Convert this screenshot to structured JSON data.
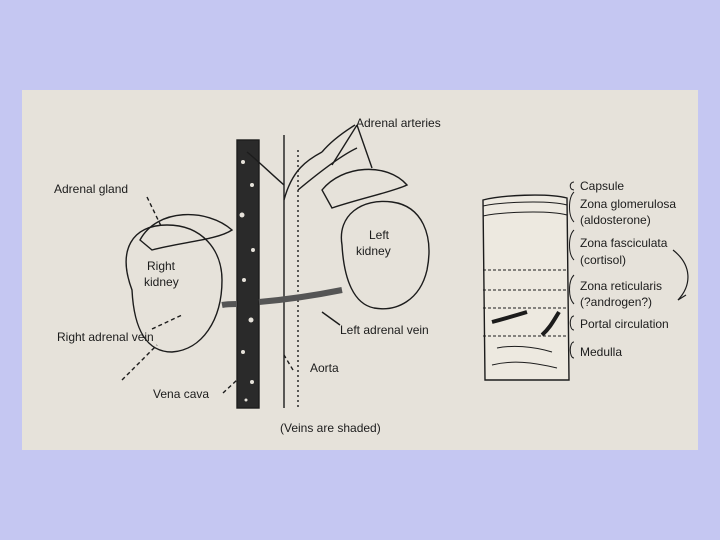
{
  "left_diagram": {
    "adrenal_arteries": "Adrenal arteries",
    "adrenal_gland": "Adrenal gland",
    "right_kidney_line1": "Right",
    "right_kidney_line2": "kidney",
    "left_kidney_line1": "Left",
    "left_kidney_line2": "kidney",
    "right_adrenal_vein": "Right adrenal vein",
    "left_adrenal_vein": "Left adrenal vein",
    "aorta": "Aorta",
    "vena_cava": "Vena cava",
    "caption": "(Veins are shaded)"
  },
  "right_diagram": {
    "capsule": "Capsule",
    "zona_glomerulosa": "Zona glomerulosa",
    "aldosterone": "(aldosterone)",
    "zona_fasciculata": "Zona fasciculata",
    "cortisol": "(cortisol)",
    "zona_reticularis": "Zona reticularis",
    "androgen": "(?androgen?)",
    "portal_circulation": "Portal circulation",
    "medulla": "Medulla"
  },
  "colors": {
    "background": "#c5c7f2",
    "paper": "#e6e2da",
    "ink": "#1c1c1c"
  }
}
